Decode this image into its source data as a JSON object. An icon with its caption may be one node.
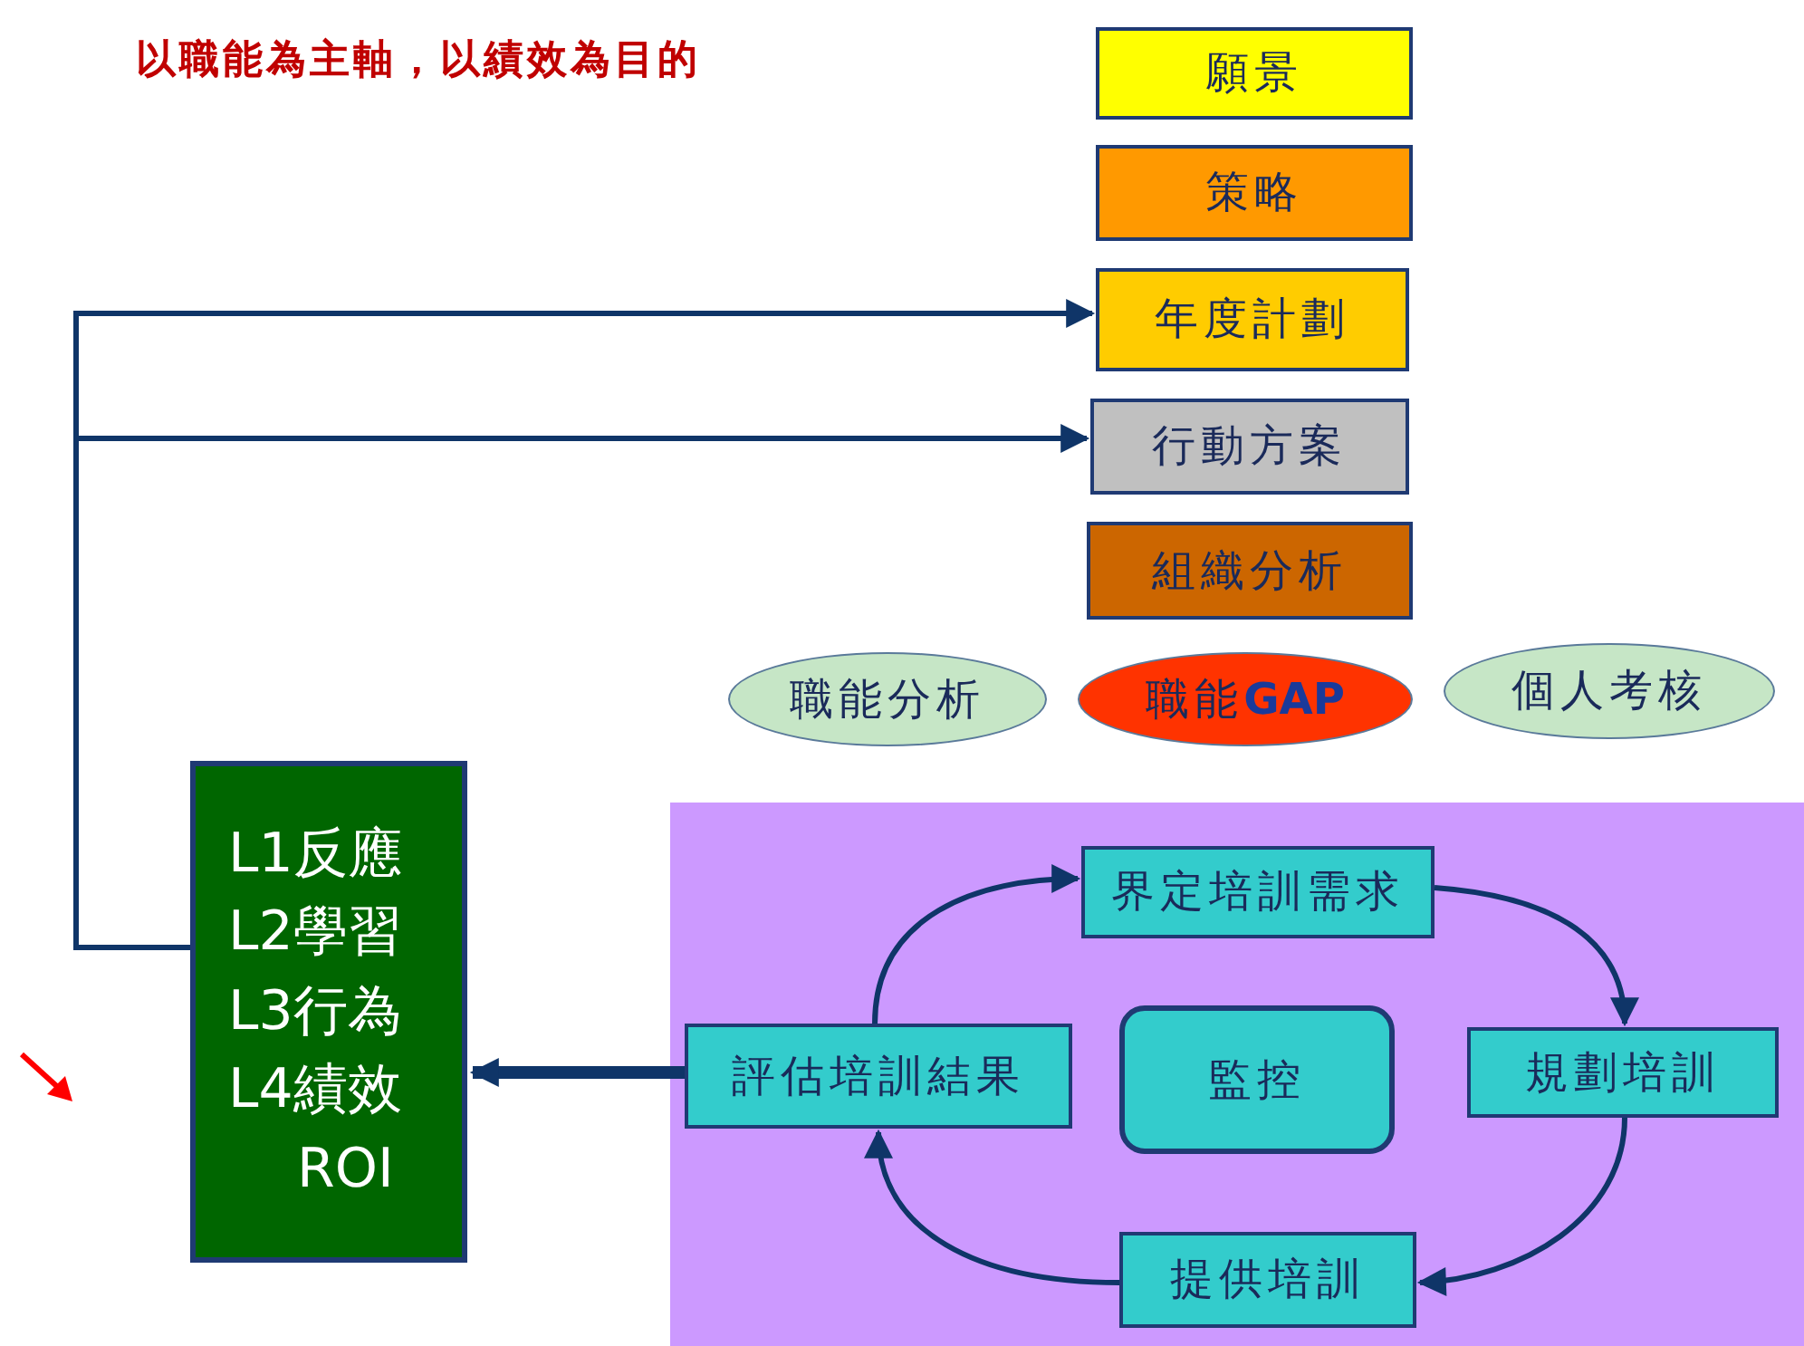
{
  "diagram": {
    "title": "以職能為主軸，以績效為目的",
    "nodes": [
      {
        "text": [
          "願景"
        ]
      },
      {
        "text": [
          "策略"
        ]
      },
      {
        "text": [
          "年度計劃"
        ]
      },
      {
        "text": [
          "行動方案"
        ]
      },
      {
        "text": [
          "組織分析"
        ]
      },
      {
        "text": [
          "職能分析"
        ]
      },
      {
        "text": [
          "職能**GAP**"
        ]
      },
      {
        "text": [
          "個人考核"
        ]
      },
      {
        "text": [],
        "shape": "box"
      },
      {
        "text": [
          "L1反應",
          "L2學習",
          "L3行為",
          "L4績效",
          "ROI"
        ]
      },
      {
        "text": [
          "界定培訓需求"
        ],
        "in": 8
      },
      {
        "text": [
          "規劃培訓"
        ],
        "in": 8
      },
      {
        "text": [
          "提供培訓"
        ],
        "in": 8
      },
      {
        "text": [
          "評估培訓結果"
        ],
        "in": 8
      },
      {
        "text": [
          "監控"
        ],
        "in": 8
      }
    ],
    "edges": [
      {
        "from": 9,
        "to": 2,
        "arrow": "to"
      },
      {
        "from": 9,
        "to": 3,
        "arrow": "to"
      },
      {
        "from": 13,
        "to": 9,
        "arrow": "to",
        "style": "thick"
      },
      {
        "from": 13,
        "to": 10,
        "arrow": "to"
      },
      {
        "from": 10,
        "to": 11,
        "arrow": "to"
      },
      {
        "from": 11,
        "to": 12,
        "arrow": "to"
      },
      {
        "from": 12,
        "to": 13,
        "arrow": "to"
      }
    ]
  }
}
